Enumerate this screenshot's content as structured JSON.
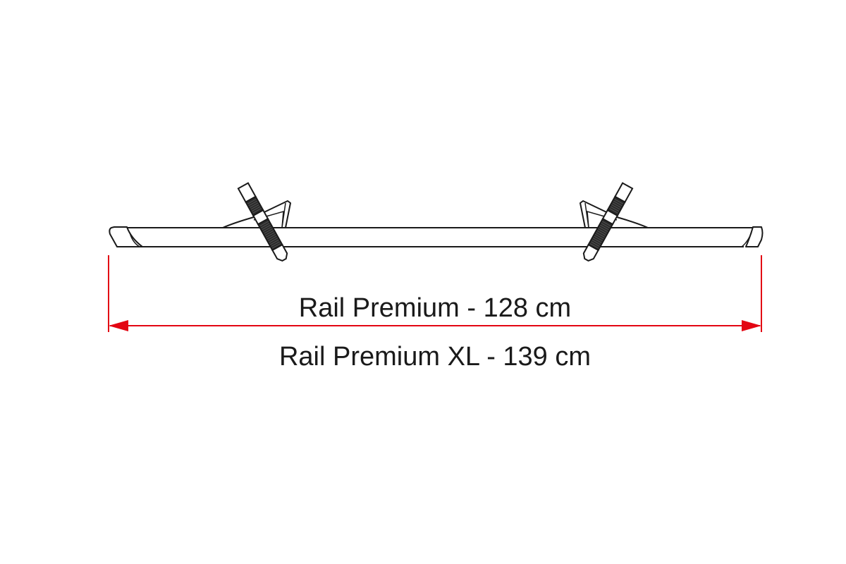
{
  "diagram": {
    "subject": "bike rail with two wheel holders",
    "colors": {
      "background": "#ffffff",
      "line": "#1a1a1a",
      "dimension": "#e30613",
      "strap_fill": "#3a3a3a"
    },
    "dimension": {
      "labels": [
        "Rail Premium - 128 cm",
        "Rail Premium XL - 139 cm"
      ]
    },
    "products": [
      {
        "name": "Rail Premium",
        "length": 128,
        "unit": "cm"
      },
      {
        "name": "Rail Premium XL",
        "length": 139,
        "unit": "cm"
      }
    ]
  }
}
